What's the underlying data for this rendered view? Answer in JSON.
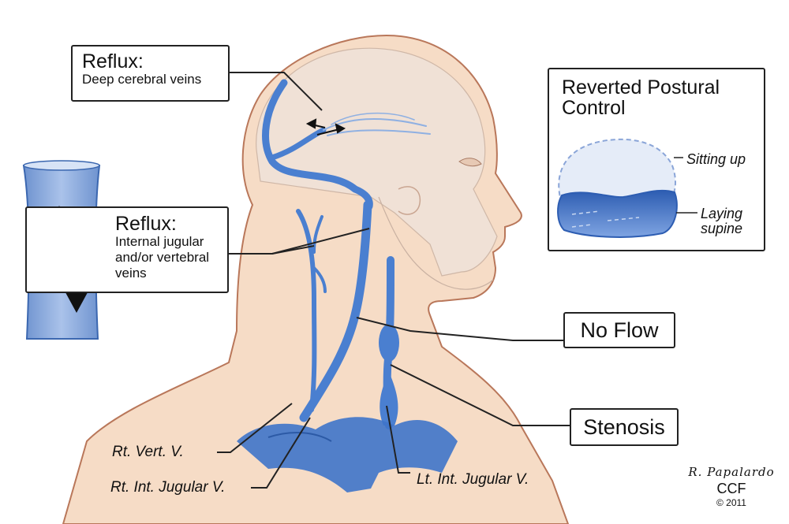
{
  "callouts": {
    "reflux_deep": {
      "title": "Reflux:",
      "detail": "Deep cerebral veins"
    },
    "reflux_jugular": {
      "title": "Reflux:",
      "detail_lines": [
        "Internal jugular",
        "and/or vertebral",
        "veins"
      ]
    },
    "no_flow": "No Flow",
    "stenosis": "Stenosis"
  },
  "inset": {
    "title_lines": [
      "Reverted Postural",
      "Control"
    ],
    "sitting": "Sitting up",
    "laying_lines": [
      "Laying",
      "supine"
    ]
  },
  "vessel_labels": {
    "rt_vert": "Rt. Vert. V.",
    "rt_jugular": "Rt. Int. Jugular V.",
    "lt_jugular": "Lt. Int. Jugular V."
  },
  "credit": {
    "signature": "R. Papalardo",
    "org": "CCF",
    "year": "© 2011"
  },
  "colors": {
    "vein_blue": "#4a7fd0",
    "vein_light": "#9fb8e2",
    "skin": "#f6dcc6",
    "skin_outline": "#b9775a",
    "skull": "#eee0d6",
    "line": "#222222"
  }
}
